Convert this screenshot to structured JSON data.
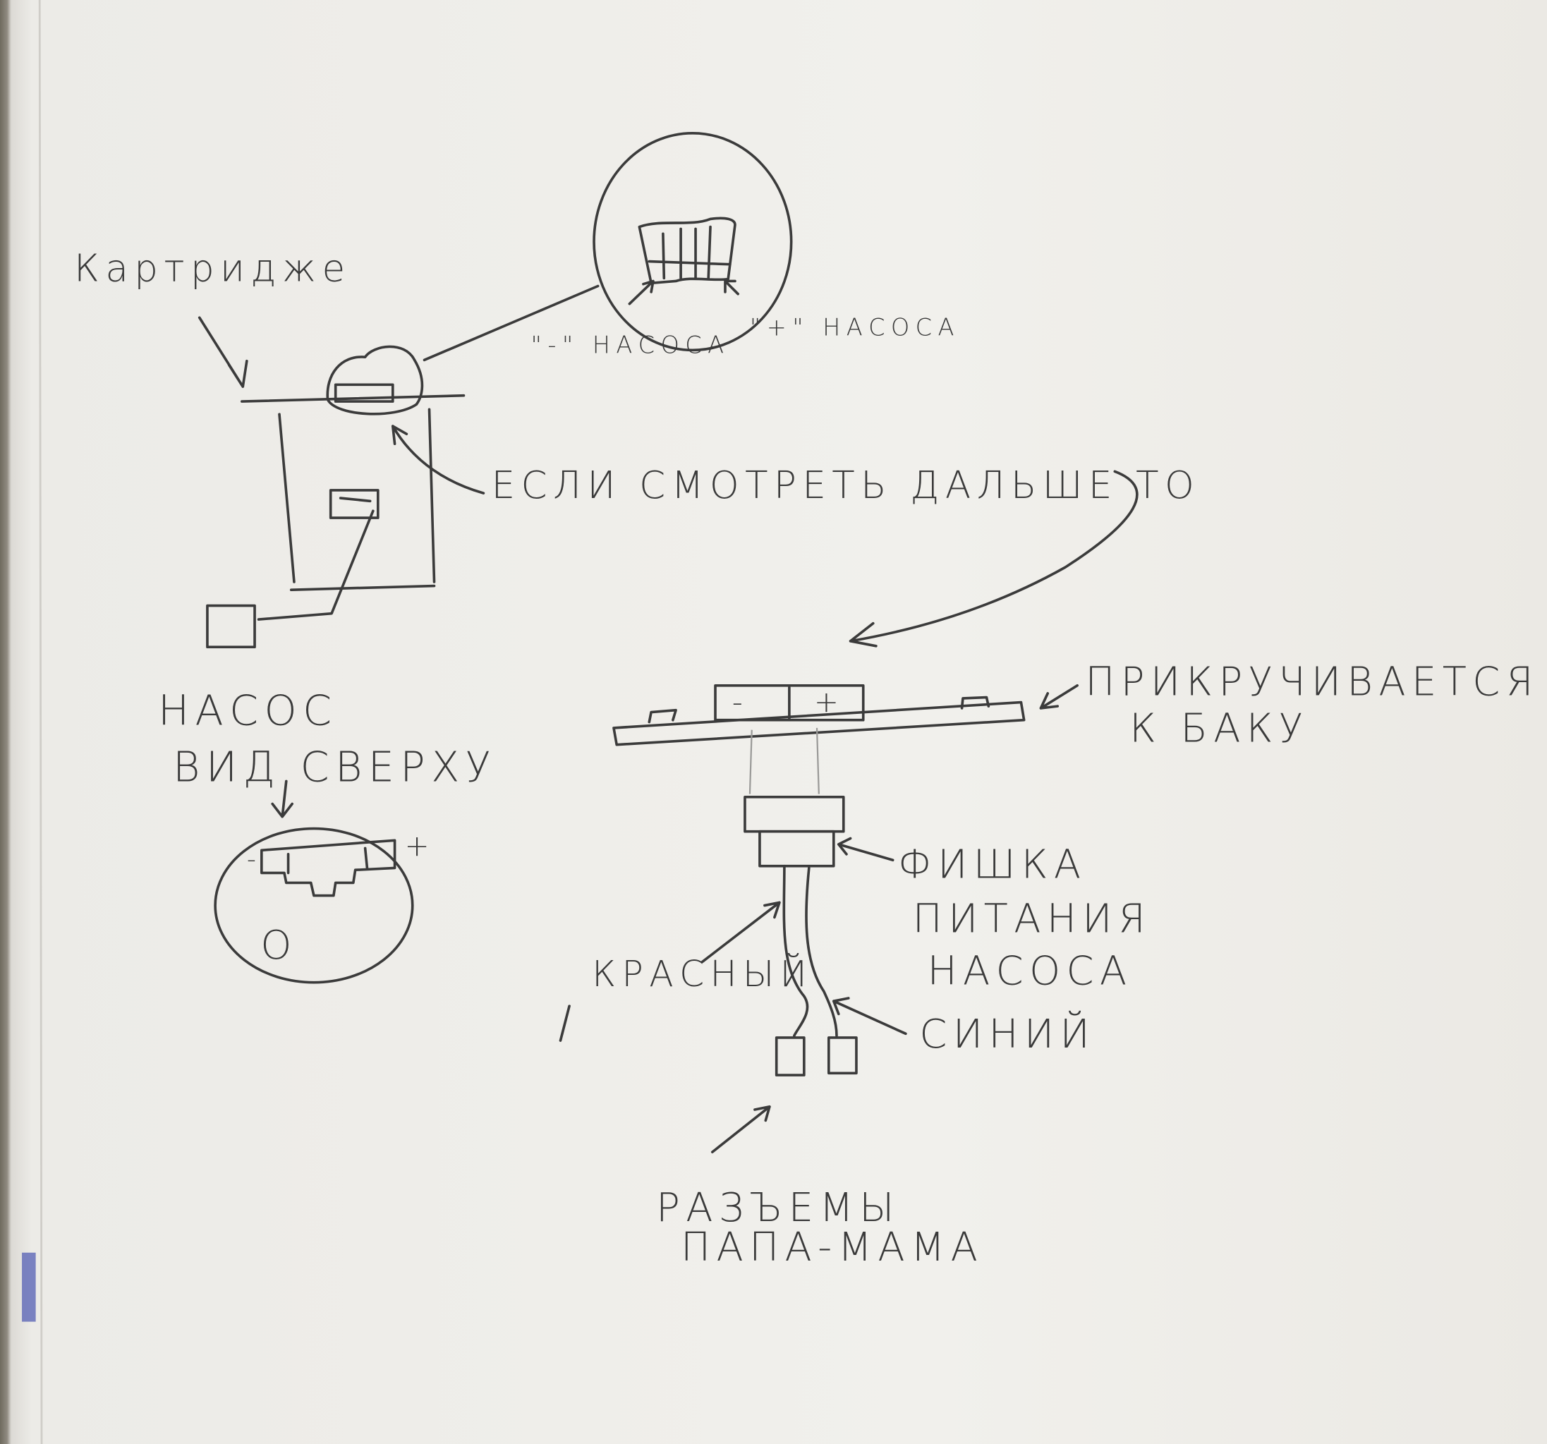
{
  "labels": {
    "cartridge": "Картриджe",
    "minus_pump": "\"-\" НАСОСА",
    "plus_pump": "\"+\" НАСОСА",
    "look_further": "ЕСЛИ СМОТРЕТЬ ДАЛЬШЕ ТО",
    "pump": "НАСОС",
    "top_view": "ВИД СВЕРХУ",
    "screwed_line1": "ПРИКРУЧИВАЕТСЯ",
    "screwed_line2": "К БАКУ",
    "plug_line1": "ФИШКА",
    "plug_line2": "ПИТАНИЯ",
    "plug_line3": "НАСОСА",
    "red": "КРАСНЫЙ",
    "blue": "СИНИЙ",
    "connectors_line1": "РАЗЪЕМЫ",
    "connectors_line2": "ПАПА-МАМА"
  },
  "symbols": {
    "minus": "-",
    "plus": "+",
    "outlet": "O"
  }
}
